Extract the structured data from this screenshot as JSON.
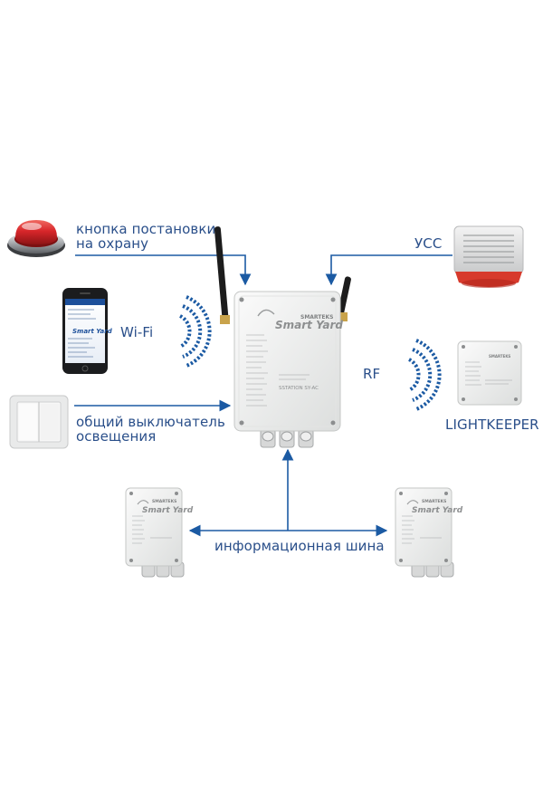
{
  "labels": {
    "arm_button_line1": "кнопка постановки",
    "arm_button_line2": "на охрану",
    "wifi": "Wi-Fi",
    "switch_line1": "общий выключатель",
    "switch_line2": "освещения",
    "siren": "УСС",
    "rf": "RF",
    "lightkeeper": "LIGHTKEEPER",
    "bus": "информационная шина"
  },
  "device_text": {
    "brand": "Smart Yard",
    "maker": "SMARTEKS",
    "model": "SSTATION SY-AC"
  },
  "colors": {
    "accent_blue": "#1b5aa3",
    "label_blue": "#2a4f8a",
    "button_red": "#d8262a",
    "siren_red": "#d73a2c",
    "device_body": "#f1f2f1"
  },
  "icons": [
    "red-push-button-icon",
    "smartphone-icon",
    "light-switch-icon",
    "antenna-icon",
    "wifi-waves-icon",
    "rf-waves-icon",
    "siren-icon",
    "controller-box-icon"
  ]
}
